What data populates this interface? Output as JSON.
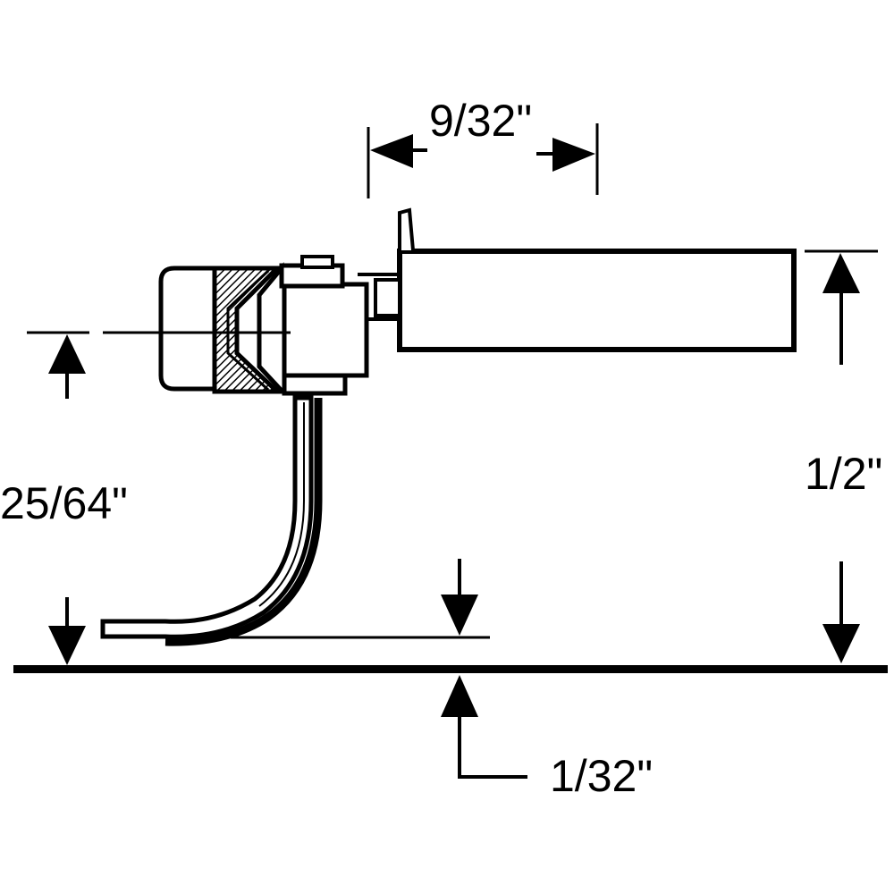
{
  "diagram": {
    "dimensions": {
      "shank_width": "9/32\"",
      "coupler_height": "25/64\"",
      "box_height": "1/2\"",
      "pin_clearance": "1/32\""
    },
    "colors": {
      "ink": "#000000",
      "paper": "#ffffff"
    }
  }
}
